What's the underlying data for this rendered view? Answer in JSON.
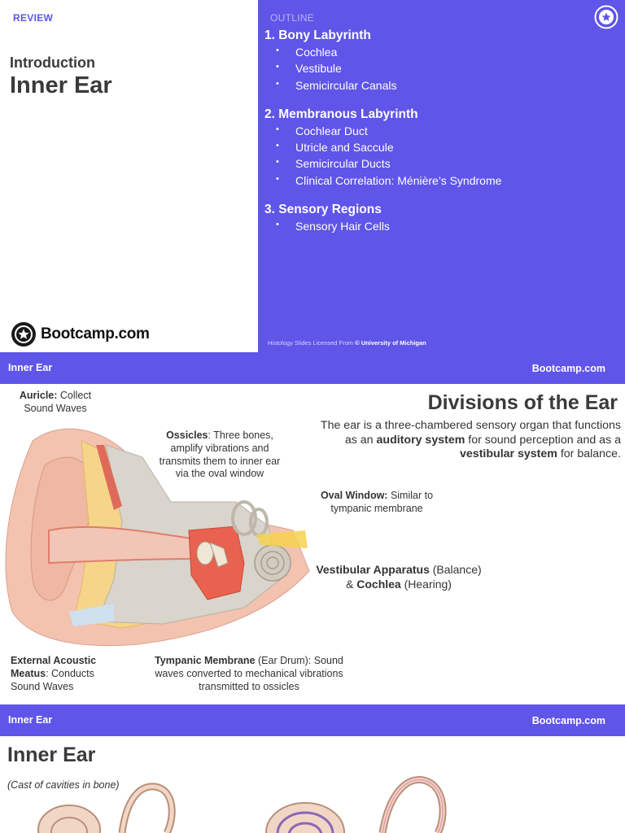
{
  "slide1": {
    "review_label": "REVIEW",
    "intro_label": "Introduction",
    "title": "Inner Ear",
    "brand": "Bootcamp.com",
    "outline_label": "OUTLINE",
    "sections": [
      {
        "title": "1. Bony Labyrinth",
        "items": [
          "Cochlea",
          "Vestibule",
          "Semicircular Canals"
        ]
      },
      {
        "title": "2. Membranous Labyrinth",
        "items": [
          "Cochlear Duct",
          "Utricle and Saccule",
          "Semicircular Ducts",
          "Clinical Correlation: Ménière’s Syndrome"
        ]
      },
      {
        "title": "3. Sensory Regions",
        "items": [
          "Sensory Hair Cells"
        ]
      }
    ],
    "license_prefix": "Histology Slides Licensed From ",
    "license_source": "© University of Michigan"
  },
  "slide2": {
    "bar_title": "Inner Ear",
    "bar_brand": "Bootcamp.com",
    "heading": "Divisions of the Ear",
    "desc_1": "The ear is a three-chambered sensory organ that functions as an ",
    "desc_bold_1": "auditory system",
    "desc_2": " for sound perception and as a ",
    "desc_bold_2": "vestibular system",
    "desc_3": " for balance.",
    "annotations": {
      "auricle_term": "Auricle:",
      "auricle_text": " Collect Sound Waves",
      "ossicles_term": "Ossicles",
      "ossicles_text": ": Three bones, amplify vibrations and transmits them to inner ear via the oval window",
      "oval_term": "Oval Window:",
      "oval_text": " Similar to tympanic membrane",
      "vestibular_term": "Vestibular Apparatus",
      "vestibular_text": " (Balance)",
      "amp": "& ",
      "cochlea_term": "Cochlea",
      "cochlea_text": " (Hearing)",
      "meatus_term": "External Acoustic Meatus",
      "meatus_text": ": Conducts Sound Waves",
      "tympanic_term": "Tympanic Membrane",
      "tympanic_text": " (Ear Drum): Sound waves converted to mechanical vibrations transmitted to ossicles"
    }
  },
  "slide3": {
    "bar_title": "Inner Ear",
    "bar_brand": "Bootcamp.com",
    "heading": "Inner Ear",
    "cast_label": "(Cast of cavities in bone)"
  },
  "colors": {
    "accent": "#5f55e8",
    "skin": "#f3c3b0",
    "bone": "#d9d4cc",
    "fat": "#f5d58a",
    "canal": "#e06a5a"
  },
  "icons": [
    "star-badge-icon",
    "bootcamp-logo-icon"
  ]
}
